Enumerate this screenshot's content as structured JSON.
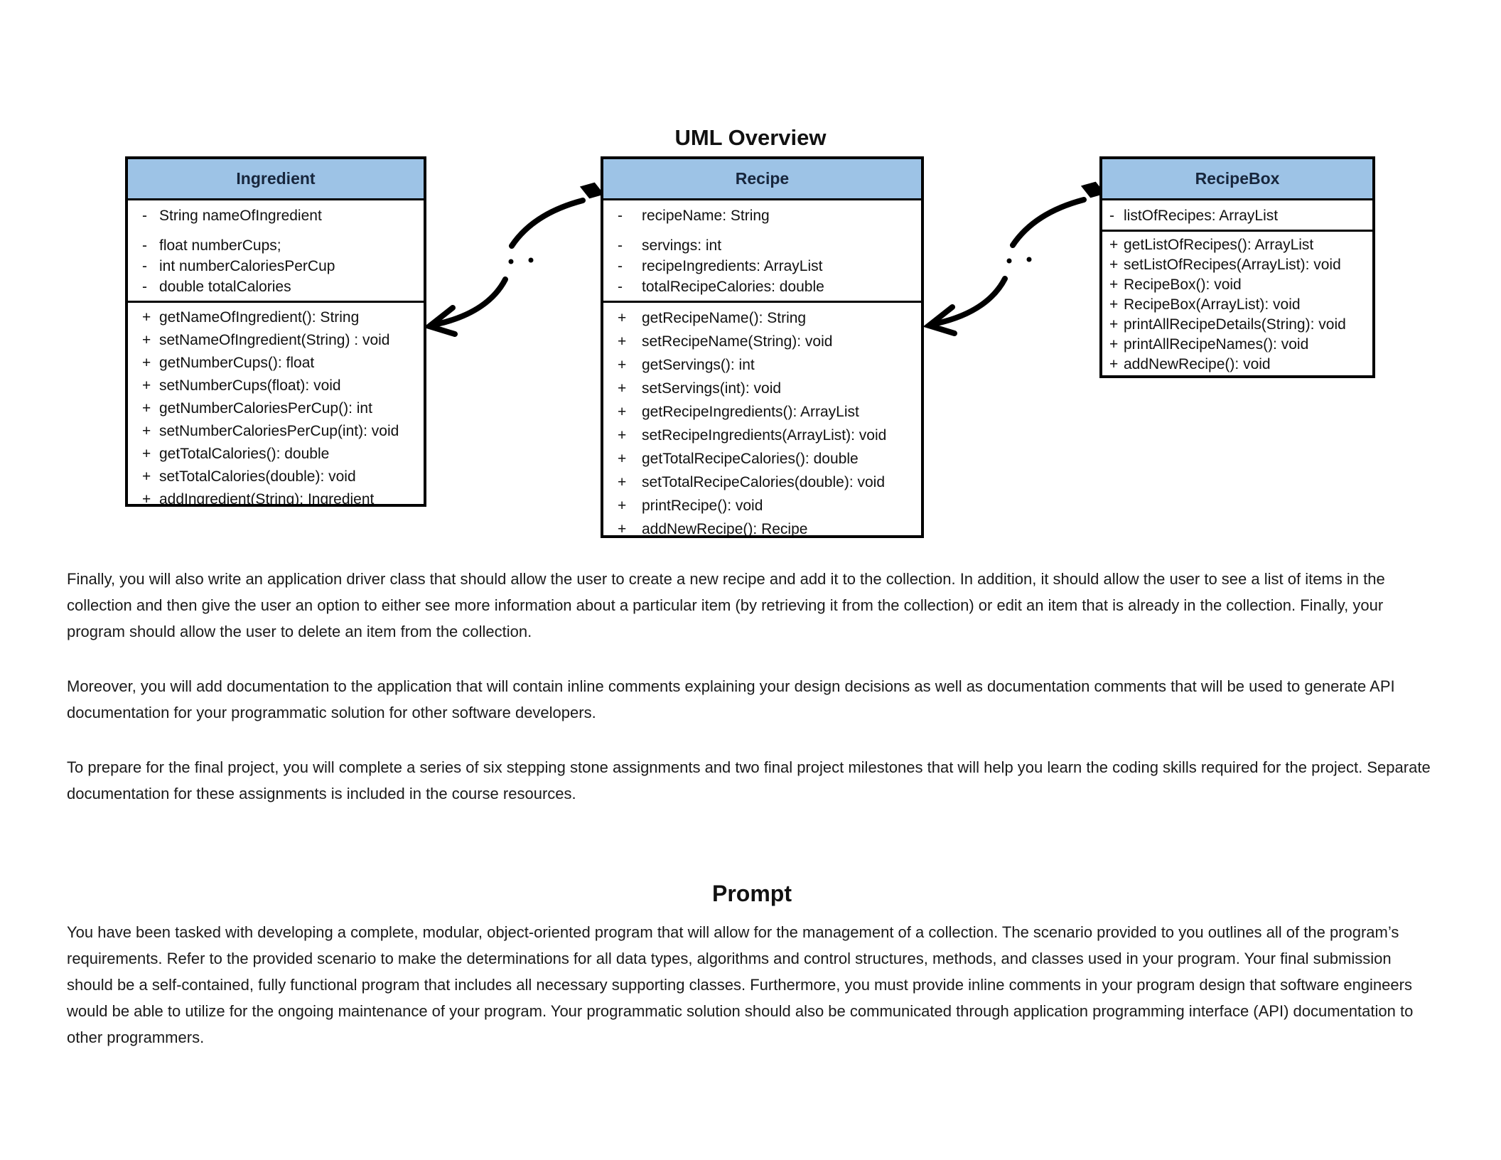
{
  "uml": {
    "title": "UML Overview",
    "header_color": "#9DC3E6",
    "classes": [
      {
        "name": "Ingredient",
        "attributes": [
          {
            "p": "-",
            "t": "String nameOfIngredient"
          },
          {
            "p": "-",
            "t": "float numberCups;"
          },
          {
            "p": "-",
            "t": "int numberCaloriesPerCup"
          },
          {
            "p": "-",
            "t": "double totalCalories"
          }
        ],
        "methods": [
          {
            "p": "+",
            "t": "getNameOfIngredient(): String"
          },
          {
            "p": "+",
            "t": "setNameOfIngredient(String) : void"
          },
          {
            "p": "+",
            "t": "getNumberCups(): float"
          },
          {
            "p": "+",
            "t": "setNumberCups(float): void"
          },
          {
            "p": "+",
            "t": "getNumberCaloriesPerCup(): int"
          },
          {
            "p": "+",
            "t": "setNumberCaloriesPerCup(int): void"
          },
          {
            "p": "+",
            "t": "getTotalCalories(): double"
          },
          {
            "p": "+",
            "t": "setTotalCalories(double): void"
          },
          {
            "p": "+",
            "t": "addIngredient(String): Ingredient"
          }
        ]
      },
      {
        "name": "Recipe",
        "attributes": [
          {
            "p": "-",
            "t": "recipeName: String"
          },
          {
            "p": "-",
            "t": "servings: int"
          },
          {
            "p": "-",
            "t": "recipeIngredients: ArrayList"
          },
          {
            "p": "-",
            "t": "totalRecipeCalories: double"
          }
        ],
        "methods": [
          {
            "p": "+",
            "t": "getRecipeName(): String"
          },
          {
            "p": "+",
            "t": "setRecipeName(String): void"
          },
          {
            "p": "+",
            "t": "getServings(): int"
          },
          {
            "p": "+",
            "t": "setServings(int): void"
          },
          {
            "p": "+",
            "t": "getRecipeIngredients(): ArrayList"
          },
          {
            "p": "+",
            "t": "setRecipeIngredients(ArrayList): void"
          },
          {
            "p": "+",
            "t": "getTotalRecipeCalories(): double"
          },
          {
            "p": "+",
            "t": "setTotalRecipeCalories(double): void"
          },
          {
            "p": "+",
            "t": "printRecipe(): void"
          },
          {
            "p": "+",
            "t": "addNewRecipe(): Recipe"
          }
        ]
      },
      {
        "name": "RecipeBox",
        "attributes": [
          {
            "p": "-",
            "t": "listOfRecipes: ArrayList"
          }
        ],
        "methods": [
          {
            "p": "+",
            "t": "getListOfRecipes(): ArrayList"
          },
          {
            "p": "+",
            "t": "setListOfRecipes(ArrayList): void"
          },
          {
            "p": "+",
            "t": "RecipeBox(): void"
          },
          {
            "p": "+",
            "t": "RecipeBox(ArrayList): void"
          },
          {
            "p": "+",
            "t": "printAllRecipeDetails(String): void"
          },
          {
            "p": "+",
            "t": "printAllRecipeNames(): void"
          },
          {
            "p": "+",
            "t": "addNewRecipe(): void"
          }
        ]
      }
    ],
    "connectors": [
      {
        "from": "Recipe",
        "to": "Ingredient",
        "type": "composition"
      },
      {
        "from": "RecipeBox",
        "to": "Recipe",
        "type": "composition"
      }
    ]
  },
  "document": {
    "paragraph1": "Finally, you will also write an application driver class that should allow the user to create a new recipe and add it to the collection. In addition, it should allow the user to see a list of items in the collection and then give the user an option to either see more information about a particular item (by retrieving it from the collection) or edit an item that is already in the collection. Finally, your program should allow the user to delete an item from the collection.",
    "paragraph2": "Moreover, you will add documentation to the application that will contain inline comments explaining your design decisions as well as documentation comments that will be used to generate API documentation for your programmatic solution for other software developers.",
    "paragraph3": "To prepare for the final project, you will complete a series of six stepping stone assignments and two final project milestones that will help you learn the coding skills required for the project. Separate documentation for these assignments is included in the course resources.",
    "prompt_heading": "Prompt",
    "prompt_paragraph": "You have been tasked with developing a complete, modular, object-oriented program that will allow for the management of a collection. The scenario provided to you outlines all of the program’s requirements. Refer to the provided scenario to make the determinations for all data types, algorithms and control structures, methods, and classes used in your program. Your final submission should be a self-contained, fully functional program that includes all necessary supporting classes. Furthermore, you must provide inline comments in your program design that software engineers would be able to utilize for the ongoing maintenance of your program. Your programmatic solution should also be communicated through application programming interface (API) documentation to other programmers."
  }
}
